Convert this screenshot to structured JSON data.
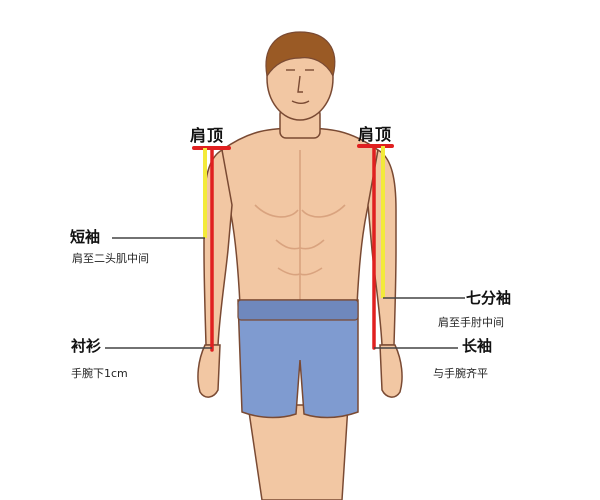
{
  "labels": {
    "shoulder_left": "肩顶",
    "shoulder_right": "肩顶",
    "short_sleeve": {
      "title": "短袖",
      "desc": "肩至二头肌中间"
    },
    "shirt": {
      "title": "衬衫",
      "desc": "手腕下1cm"
    },
    "three_quarter_sleeve": {
      "title": "七分袖",
      "desc": "肩至手肘中间"
    },
    "long_sleeve": {
      "title": "长袖",
      "desc": "与手腕齐平"
    }
  },
  "colors": {
    "skin": "#f2c7a3",
    "skin_shadow": "#d9a37f",
    "hair": "#9a5a25",
    "shorts": "#7f9bd0",
    "shorts_band": "#6f88bd",
    "outline": "#7a4a33",
    "red_line": "#e02020",
    "yellow_line": "#f3ea3a",
    "pointer_line": "#444444"
  }
}
